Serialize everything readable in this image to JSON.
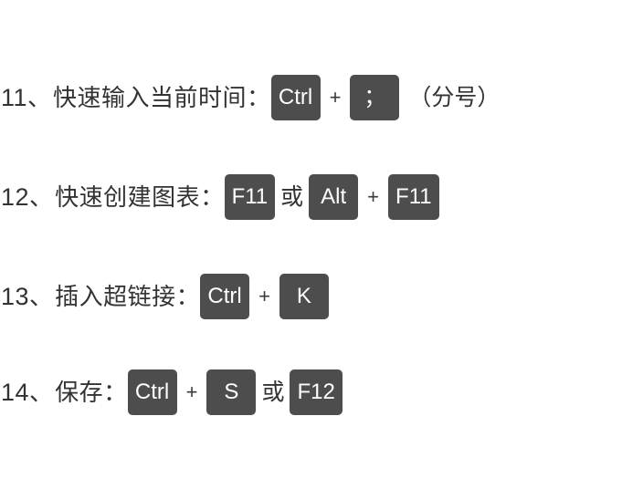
{
  "page": {
    "background_color": "#ffffff",
    "text_color": "#333333",
    "key_badge_color": "#4d4d4d",
    "key_text_color": "#ffffff",
    "highlight_color": "#f8ebda"
  },
  "lines": [
    {
      "number": "11",
      "enumeration_mark": "、",
      "label": "快速输入当前时间：",
      "keys": [
        "Ctrl",
        "；"
      ],
      "separator": "+",
      "note": "（分号）"
    },
    {
      "number": "12",
      "enumeration_mark": "、",
      "label": "快速创建图表：",
      "keys": [
        "F11",
        "Alt",
        "F11"
      ],
      "conjunction": "或",
      "separator": "+"
    },
    {
      "number": "13",
      "enumeration_mark": "、",
      "label": "插入超链接：",
      "keys": [
        "Ctrl",
        "K"
      ],
      "separator": "+"
    },
    {
      "number": "14",
      "enumeration_mark": "、",
      "label": "保存：",
      "keys": [
        "Ctrl",
        "S",
        "F12"
      ],
      "conjunction": "或",
      "separator": "+"
    }
  ]
}
